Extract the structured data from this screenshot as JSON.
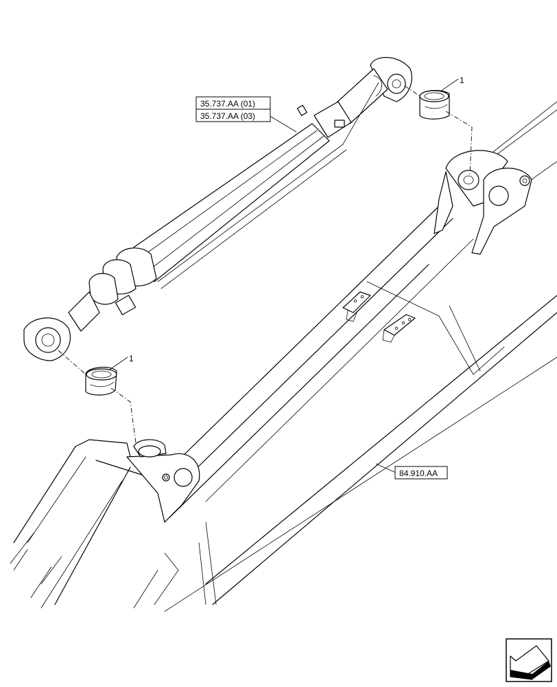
{
  "callouts": {
    "cylinder_ref_1": "35.737.AA (01)",
    "cylinder_ref_2": "35.737.AA (03)",
    "boom_ref": "84.910.AA"
  },
  "items": {
    "bushing_upper": "1",
    "bushing_lower": "1"
  },
  "icons": {
    "nav": "next-page-arrow-icon"
  }
}
